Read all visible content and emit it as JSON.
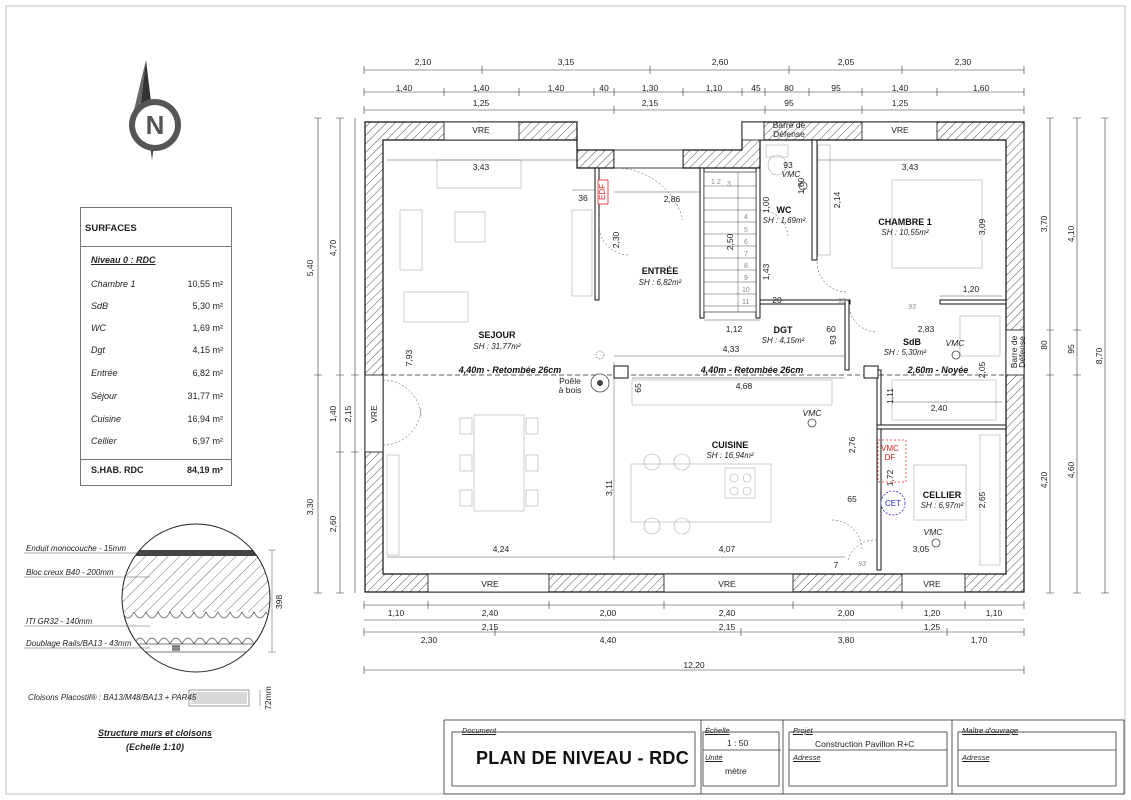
{
  "surfaces": {
    "title": "SURFACES",
    "level": "Niveau 0 : RDC",
    "rows": [
      {
        "name": "Chambre 1",
        "area": "10,55 m²"
      },
      {
        "name": "SdB",
        "area": "5,30 m²"
      },
      {
        "name": "WC",
        "area": "1,69 m²"
      },
      {
        "name": "Dgt",
        "area": "4,15 m²"
      },
      {
        "name": "Entrée",
        "area": "6,82 m²"
      },
      {
        "name": "Séjour",
        "area": "31,77 m²"
      },
      {
        "name": "Cuisine",
        "area": "16,94 m²"
      },
      {
        "name": "Cellier",
        "area": "6,97 m²"
      }
    ],
    "total_label": "S.HAB. RDC",
    "total_value": "84,19 m²"
  },
  "wall_section": {
    "layers": [
      "Enduit monocouche - 15mm",
      "Bloc creux B40 - 200mm",
      "ITI GR32 - 140mm",
      "Doublage Rails/BA13 - 43mm"
    ],
    "thickness": "398",
    "partition_label": "Cloisons Placostil® : BA13/M48/BA13 + PAR45",
    "partition_thickness": "72mm",
    "caption_title": "Structure murs et cloisons",
    "caption_scale": "(Echelle 1:10)"
  },
  "compass": {
    "letter": "N"
  },
  "rooms": {
    "sejour": {
      "name": "SEJOUR",
      "sh": "SH : 31,77m²"
    },
    "entree": {
      "name": "ENTRÉE",
      "sh": "SH : 6,82m²"
    },
    "wc": {
      "name": "WC",
      "sh": "SH : 1,69m²"
    },
    "chambre": {
      "name": "CHAMBRE 1",
      "sh": "SH : 10,55m²"
    },
    "dgt": {
      "name": "DGT",
      "sh": "SH : 4,15m²"
    },
    "sdb": {
      "name": "SdB",
      "sh": "SH : 5,30m²"
    },
    "cuisine": {
      "name": "CUISINE",
      "sh": "SH : 16,94m²"
    },
    "cellier": {
      "name": "CELLIER",
      "sh": "SH : 6,97m²"
    }
  },
  "labels": {
    "vre": "VRE",
    "barre_defense": [
      "Barre de",
      "Défense"
    ],
    "vmc": "VMC",
    "vmc_df": [
      "VMC",
      "DF"
    ],
    "cet": "CET",
    "edf": "EDF",
    "poele": [
      "Poêle",
      "à bois"
    ],
    "retombee_1": "4,40m - Retombée 26cm",
    "retombee_2": "4,40m - Retombée 26cm",
    "noyee": "2,60m - Noyée",
    "stairs": [
      "1",
      "2",
      "3",
      "4",
      "5",
      "6",
      "7",
      "8",
      "9",
      "10",
      "11"
    ]
  },
  "dims_top": {
    "row1": [
      "2,10",
      "3,15",
      "2,60",
      "2,05",
      "2,30"
    ],
    "row2": [
      "1,40",
      "1,40",
      "1,40",
      "40",
      "1,30",
      "1,10",
      "45",
      "80",
      "95",
      "1,40",
      "1,60"
    ],
    "row3": [
      "1,25",
      "2,15",
      "95",
      "1,25"
    ]
  },
  "dims_bottom": {
    "row1": [
      "1,10",
      "2,40",
      "2,00",
      "2,40",
      "2,00",
      "1,20",
      "1,10"
    ],
    "row2": [
      "2,15",
      "2,15",
      "1,25"
    ],
    "row3": [
      "2,30",
      "4,40",
      "3,80",
      "1,70"
    ],
    "total": "12,20"
  },
  "dims_left": [
    "5,40",
    "4,70",
    "1,40",
    "2,15",
    "3,30",
    "2,60"
  ],
  "dims_right": [
    "3,70",
    "4,10",
    "95",
    "80",
    "8,70",
    "4,20",
    "4,60"
  ],
  "dims_interior": [
    "3,43",
    "3,43",
    "36",
    "2,86",
    "2,30",
    "93",
    "1,60",
    "1,00",
    "2,50",
    "1,43",
    "2,14",
    "3,09",
    "20",
    "1,12",
    "60",
    "93",
    "4,33",
    "7,93",
    "2,83",
    "1,20",
    "93",
    "93",
    "65",
    "4,68",
    "1,11",
    "2,40",
    "2,05",
    "2,76",
    "3,11",
    "1,72",
    "65",
    "2,65",
    "4,24",
    "4,07",
    "7",
    "93",
    "3,05"
  ],
  "title_block": {
    "document_label": "Document",
    "document": "PLAN DE NIVEAU - RDC",
    "echelle_label": "Échelle",
    "echelle": "1 : 50",
    "unite_label": "Unité",
    "unite": "mètre",
    "projet_label": "Projet",
    "projet": "Construction Pavillon R+C",
    "adresse_label": "Adresse",
    "adresse": "",
    "maitre_label": "Maître d'ouvrage",
    "maitre": "",
    "adresse2_label": "Adresse",
    "adresse2": ""
  }
}
